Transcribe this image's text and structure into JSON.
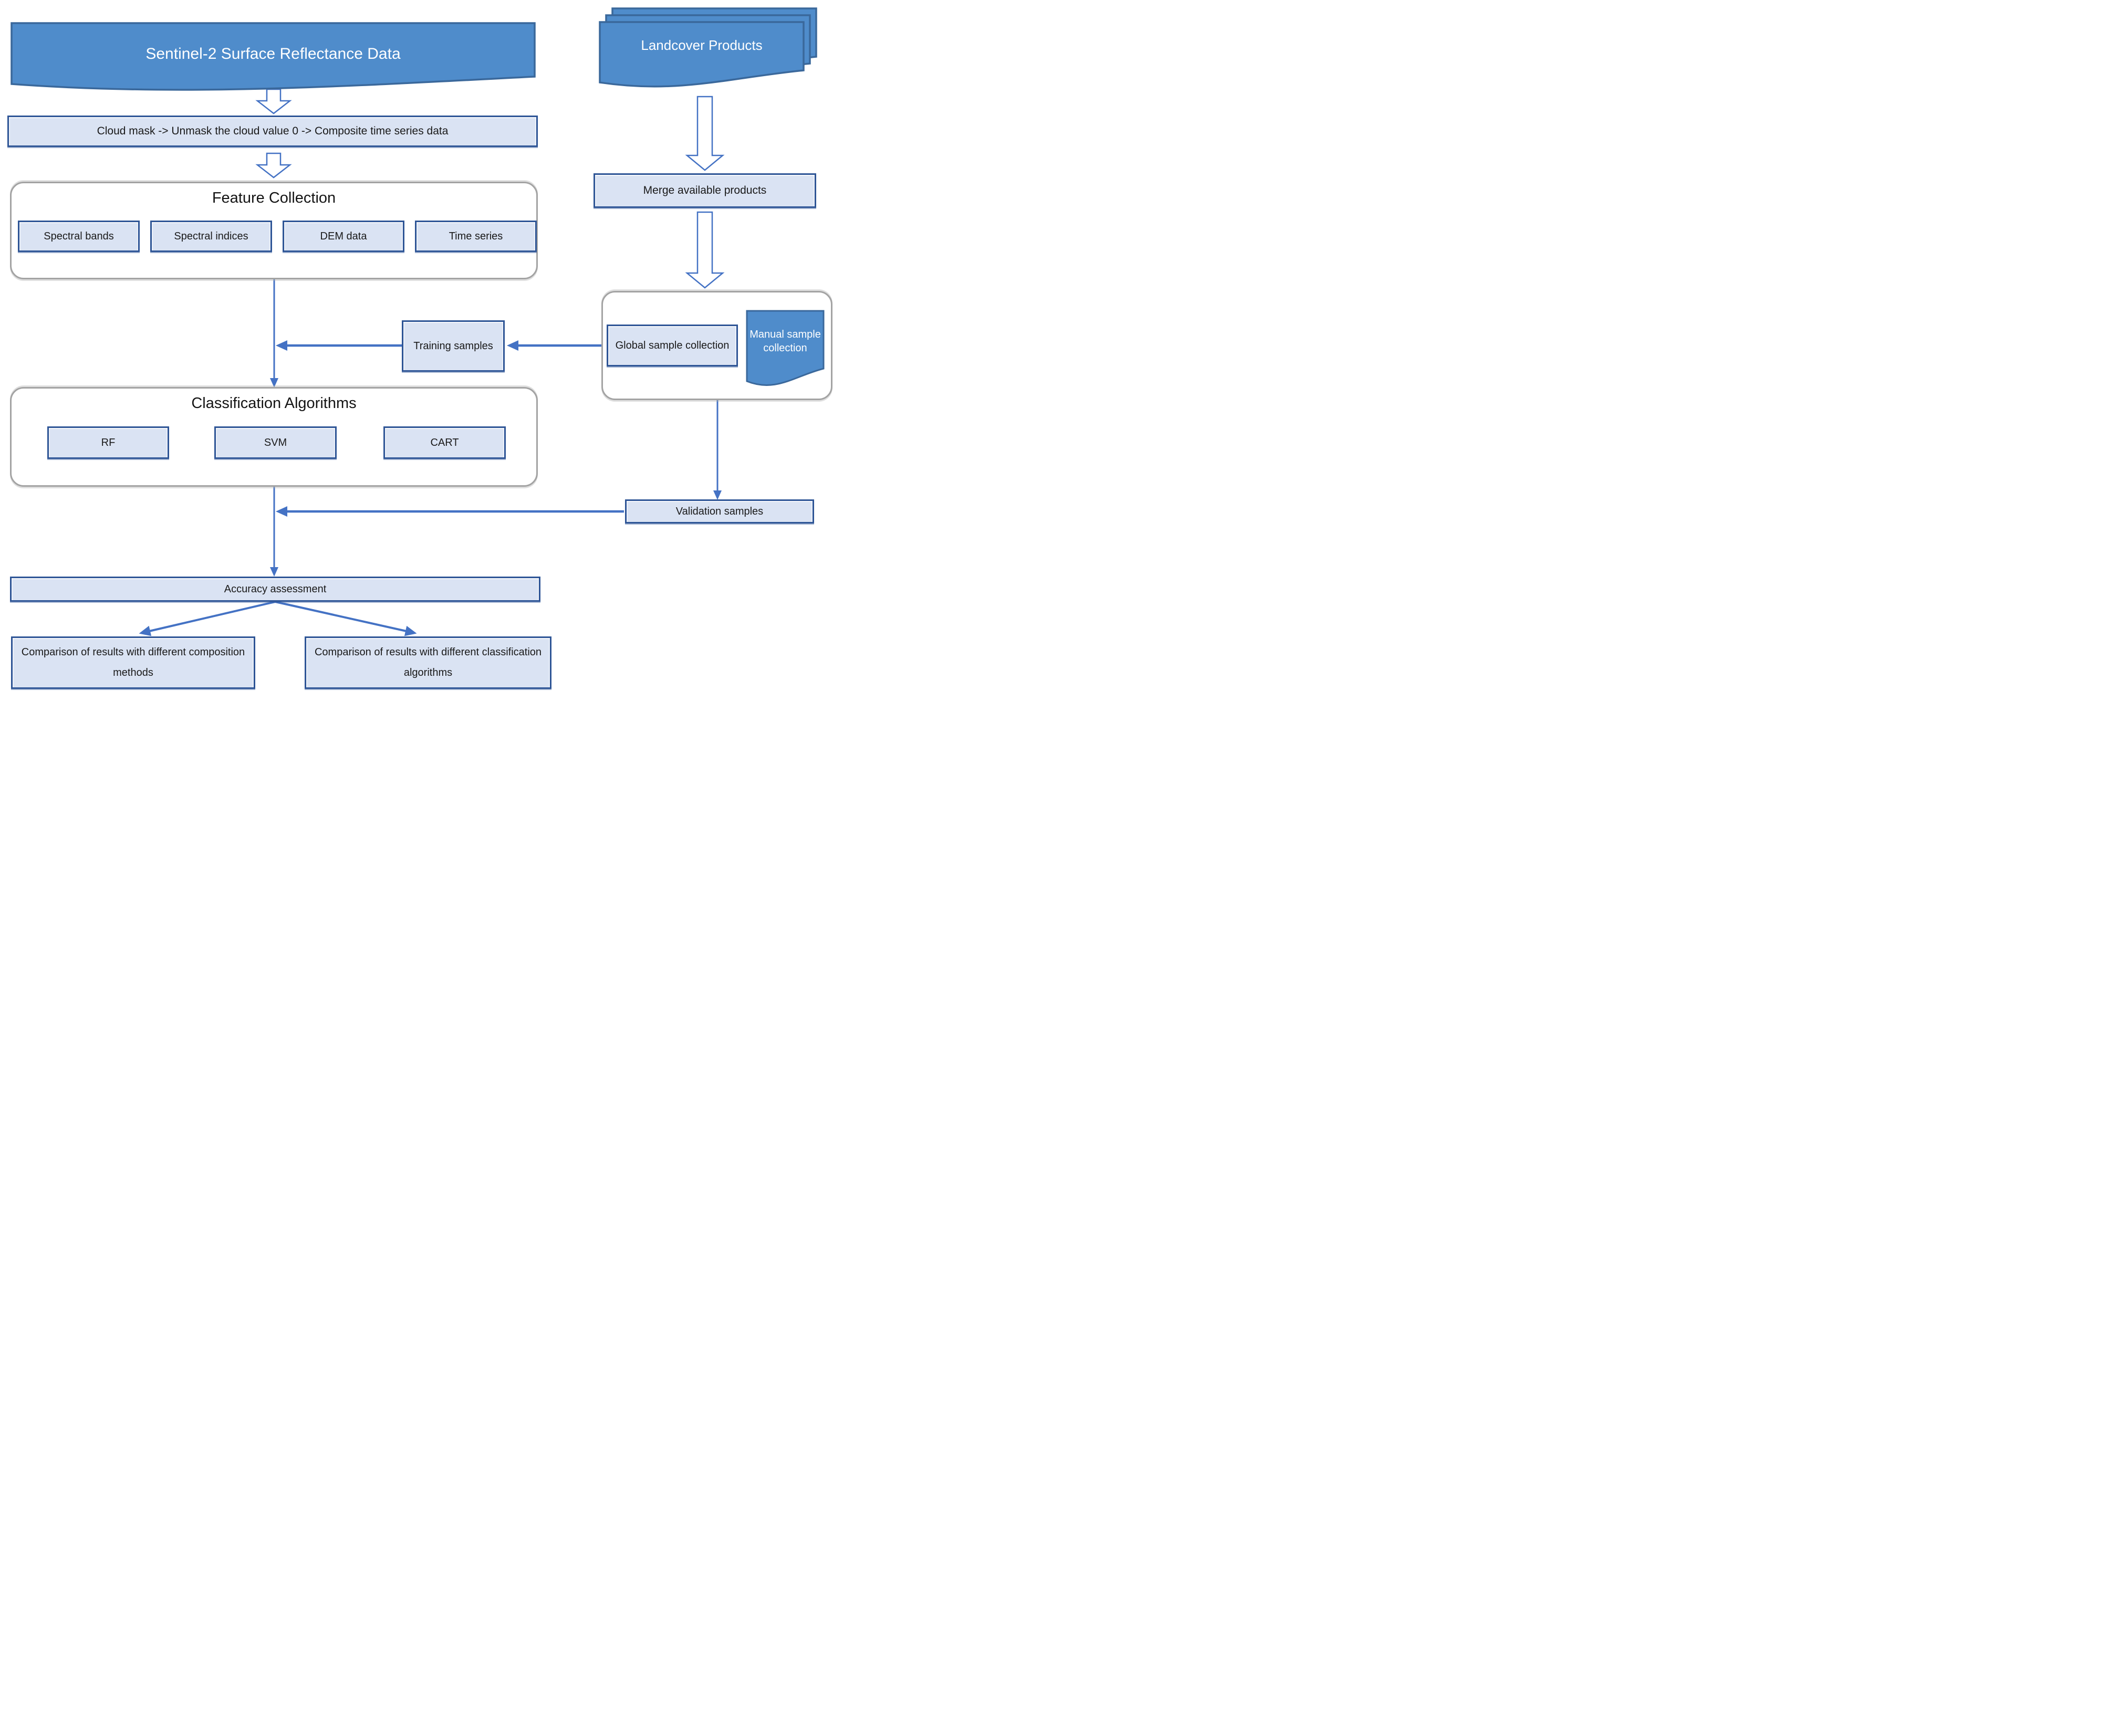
{
  "nodes": {
    "sentinel_banner": "Sentinel-2 Surface Reflectance Data",
    "landcover": "Landcover Products",
    "cloud_mask": "Cloud mask -> Unmask the cloud value 0 -> Composite time series data",
    "feature_collection": {
      "title": "Feature Collection",
      "items": [
        "Spectral bands",
        "Spectral indices",
        "DEM data",
        "Time series"
      ]
    },
    "merge": "Merge available products",
    "training": "Training samples",
    "global_sample": "Global sample collection",
    "manual_sample": "Manual sample collection",
    "classification": {
      "title": "Classification Algorithms",
      "items": [
        "RF",
        "SVM",
        "CART"
      ]
    },
    "validation": "Validation samples",
    "accuracy": "Accuracy assessment",
    "comparison_composition": "Comparison of results with different composition methods",
    "comparison_algorithms": "Comparison of results with different classification algorithms"
  },
  "colors": {
    "shape_fill": "#4f8ccb",
    "shape_border": "#3a689b",
    "node_fill": "#dae3f3",
    "node_border": "#2e5596",
    "container_border": "#a3a3a3",
    "connector_blue": "#4472c4",
    "text_dark": "#191919",
    "text_light": "#ffffff"
  }
}
